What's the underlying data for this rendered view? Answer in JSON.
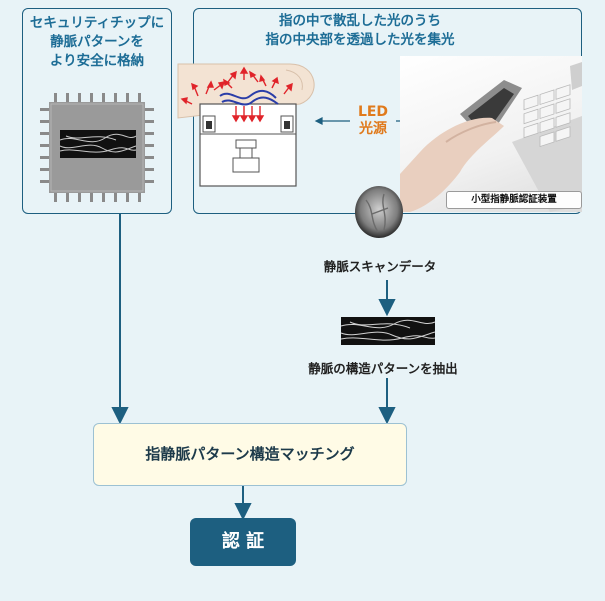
{
  "chip_box": {
    "line1": "セキュリティチップに",
    "line2": "静脈パターンを",
    "line3": "より安全に格納"
  },
  "scan_box": {
    "line1": "指の中で散乱した光のうち",
    "line2": "指の中央部を透過した光を集光",
    "led_line1": "LED",
    "led_line2": "光源",
    "device_caption": "小型指静脈認証装置"
  },
  "vein_scan_label": "静脈スキャンデータ",
  "extract_label": "静脈の構造パターンを抽出",
  "matching_label": "指静脈パターン構造マッチング",
  "auth_label": "認 証",
  "colors": {
    "background": "#e8f3f7",
    "border": "#1d5f80",
    "title": "#1d6d96",
    "led": "#e07a1c",
    "matching_bg": "#fffbe6",
    "auth_bg": "#1d5f80"
  }
}
